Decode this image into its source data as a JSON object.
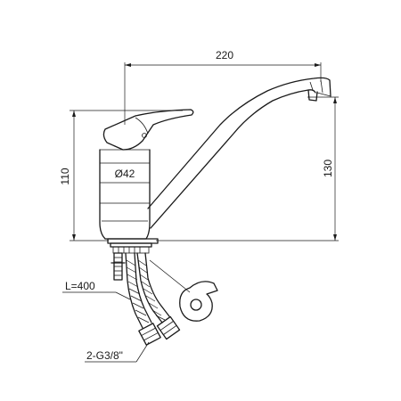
{
  "dimensions": {
    "width_label": "220",
    "body_height_label": "110",
    "total_height_label": "130",
    "diameter_label": "Ø42",
    "hose_length_label": "L=400",
    "thread_label": "2-G3/8\""
  }
}
